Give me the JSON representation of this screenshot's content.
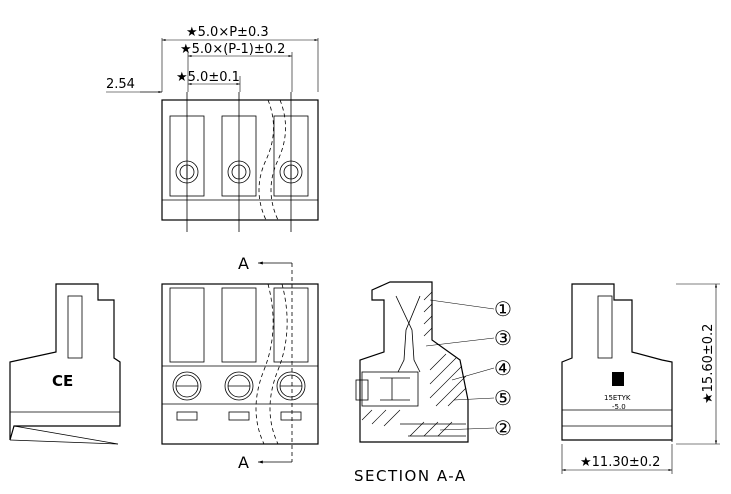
{
  "dimensions": {
    "pitch_total": "★5.0×P±0.3",
    "pitch_minus_one": "★5.0×(P-1)±0.2",
    "pitch": "★5.0±0.1",
    "offset": "2.54",
    "height": "★15.60±0.2",
    "width": "★11.30±0.2"
  },
  "section": {
    "marker": "A",
    "title": "SECTION A-A"
  },
  "callouts": [
    "①",
    "③",
    "④",
    "⑤",
    "②"
  ],
  "side_view": {
    "mark": "CE"
  },
  "right_view": {
    "label_line1": "15ETYK",
    "label_line2": "-5.0"
  }
}
